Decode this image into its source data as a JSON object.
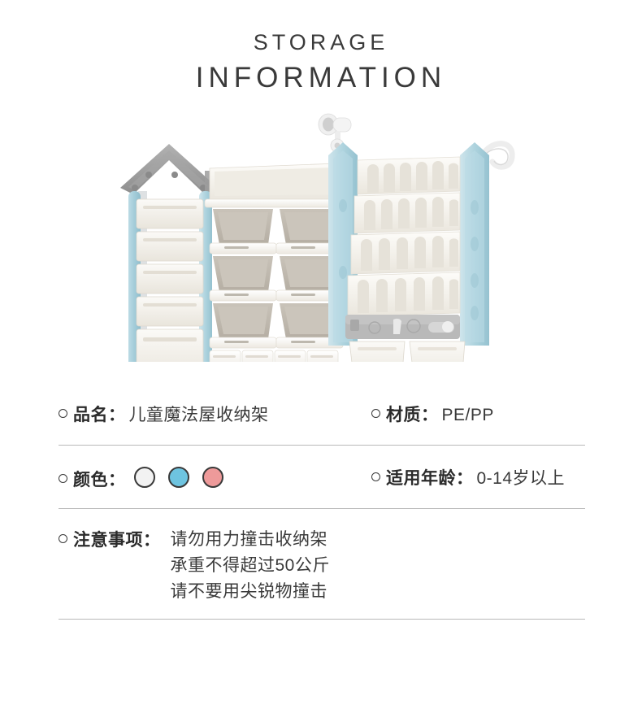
{
  "header": {
    "line1": "STORAGE",
    "line2": "INFORMATION",
    "color": "#3a3a3a"
  },
  "product_image": {
    "alt": "children magic house storage rack with drawers, bins and bookshelf",
    "background": "#ffffff",
    "palette": {
      "blue_post": "#a8cfdc",
      "gray_roof": "#9a9a9a",
      "cream_bin": "#f4f1ea",
      "gray_bin": "#bdb7ae",
      "white_panel": "#f7f6f2"
    }
  },
  "specs": {
    "rows": [
      {
        "left": {
          "label": "品名：",
          "value": "儿童魔法屋收纳架"
        },
        "right": {
          "label": "材质：",
          "value": "PE/PP"
        }
      },
      {
        "left": {
          "label": "颜色：",
          "value": ""
        },
        "right": {
          "label": "适用年龄：",
          "value": "0-14岁以上"
        }
      }
    ],
    "colors": [
      {
        "name": "white",
        "hex": "#f2f2f2"
      },
      {
        "name": "blue",
        "hex": "#6ec4e0"
      },
      {
        "name": "pink",
        "hex": "#ee9a9a"
      }
    ],
    "notes": {
      "label": "注意事项：",
      "lines": [
        "请勿用力撞击收纳架",
        "承重不得超过50公斤",
        "请不要用尖锐物撞击"
      ]
    }
  }
}
